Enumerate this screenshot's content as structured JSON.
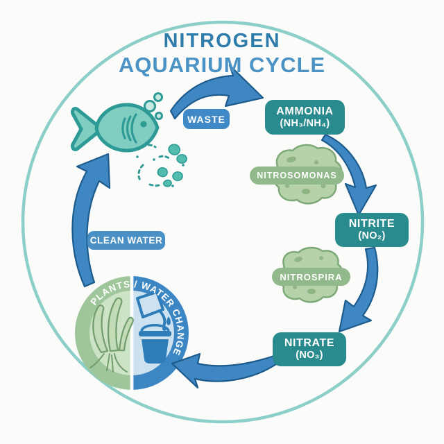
{
  "title": {
    "line1": "NITROGEN",
    "line2": "AQUARIUM CYCLE"
  },
  "labels": {
    "waste": "WASTE",
    "clean_water": "CLEAN WATER",
    "plants_water_change": "PLANTS / WATER CHANGE"
  },
  "stages": {
    "ammonia": {
      "name": "AMMONIA",
      "formula": "(NH₃/NH₄)"
    },
    "nitrite": {
      "name": "NITRITE",
      "formula": "(NO₂)"
    },
    "nitrate": {
      "name": "NITRATE",
      "formula": "(NO₃)"
    }
  },
  "bacteria": {
    "first": "NITROSOMONAS",
    "second": "NITROSPIRA"
  },
  "icons": {
    "fish": "fish-icon",
    "bubbles": "bubbles-icon",
    "waste_particles": "waste-particles-icon",
    "bacteria_blobs": "bacteria-blob-icon",
    "plant": "plant-icon",
    "water_change": "pitcher-bucket-icon",
    "arrows": [
      "waste-arrow",
      "ammonia-to-nitrite-arrow",
      "nitrite-to-nitrate-arrow",
      "nitrate-uptake-arrow",
      "clean-water-arrow"
    ]
  },
  "colors": {
    "background": "#fbfcfa",
    "outer_circle": "#8ccfc8",
    "title_line1": "#2e7cab",
    "title_line2": "#4c93c5",
    "stage_box": "#2a8b8e",
    "blue_label": "#3e89c6",
    "bacteria_pill": "#92b98b",
    "blob_fill": "#b6d2ab",
    "blob_outline": "#7da877",
    "arrow_fill": "#3f87c2",
    "arrow_outline": "#1d5b8c",
    "fish_fill": "#80cdc2",
    "fish_outline": "#2d9a96",
    "plants_half_ring": "#9fc69a",
    "plants_half_inner": "#cde3c5",
    "water_half_ring": "#3c86c4",
    "water_half_inner": "#cde2f1",
    "water_icon_blue": "#2f7db8"
  }
}
